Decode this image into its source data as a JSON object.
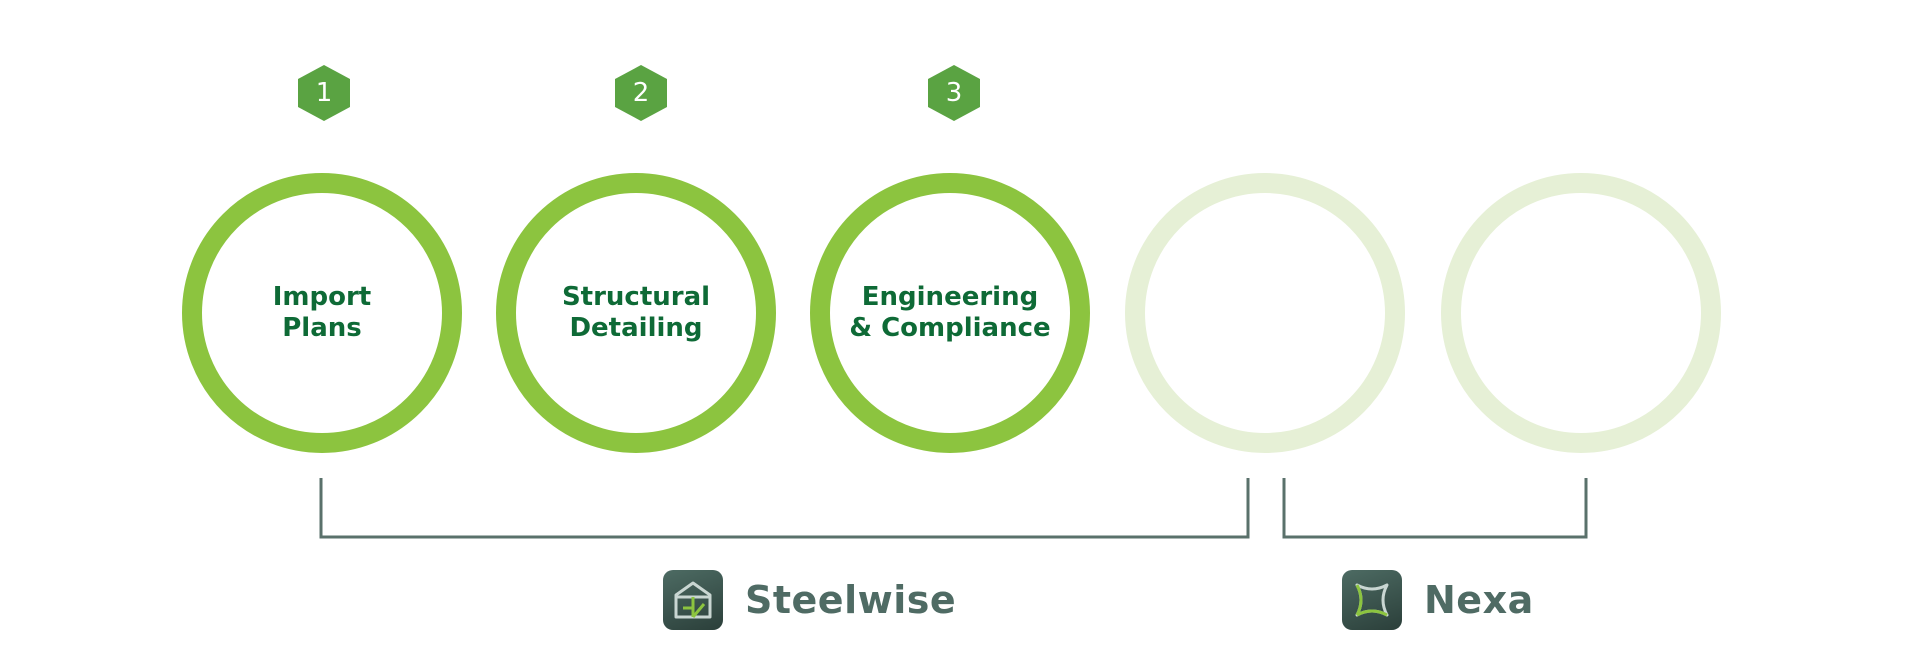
{
  "steps": [
    {
      "number": "1",
      "label": "Import\nPlans"
    },
    {
      "number": "2",
      "label": "Structural\nDetailing"
    },
    {
      "number": "3",
      "label": "Engineering\n& Compliance"
    }
  ],
  "placeholder_steps": 2,
  "brands": [
    {
      "name": "Steelwise",
      "icon": "house-frame-icon"
    },
    {
      "name": "Nexa",
      "icon": "cross-frame-icon"
    }
  ],
  "colors": {
    "active_ring": "#8cc43f",
    "faded_ring": "#e6f0d6",
    "badge": "#5aa342",
    "label_text": "#0e6a36",
    "bracket": "#5a716b",
    "brand_text": "#4f6b64"
  }
}
